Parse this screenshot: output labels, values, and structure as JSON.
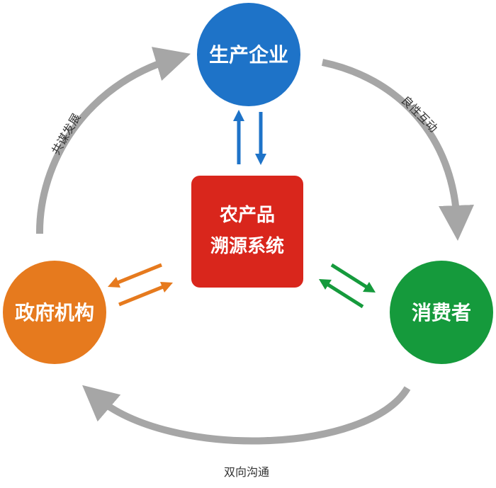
{
  "nodes": {
    "top": {
      "label": "生产企业",
      "color": "#1e73c8"
    },
    "left": {
      "label": "政府机构",
      "color": "#e67a1e"
    },
    "right": {
      "label": "消费者",
      "color": "#159a3c"
    },
    "center": {
      "label_line1": "农产品",
      "label_line2": "溯源系统",
      "color": "#d9261c"
    }
  },
  "edges": {
    "left_to_top": {
      "label": "共谋发展"
    },
    "top_to_right": {
      "label": "良性互动"
    },
    "right_to_left": {
      "label": "双向沟通"
    }
  },
  "colors": {
    "cycle_arrow": "#a6a6a6"
  }
}
